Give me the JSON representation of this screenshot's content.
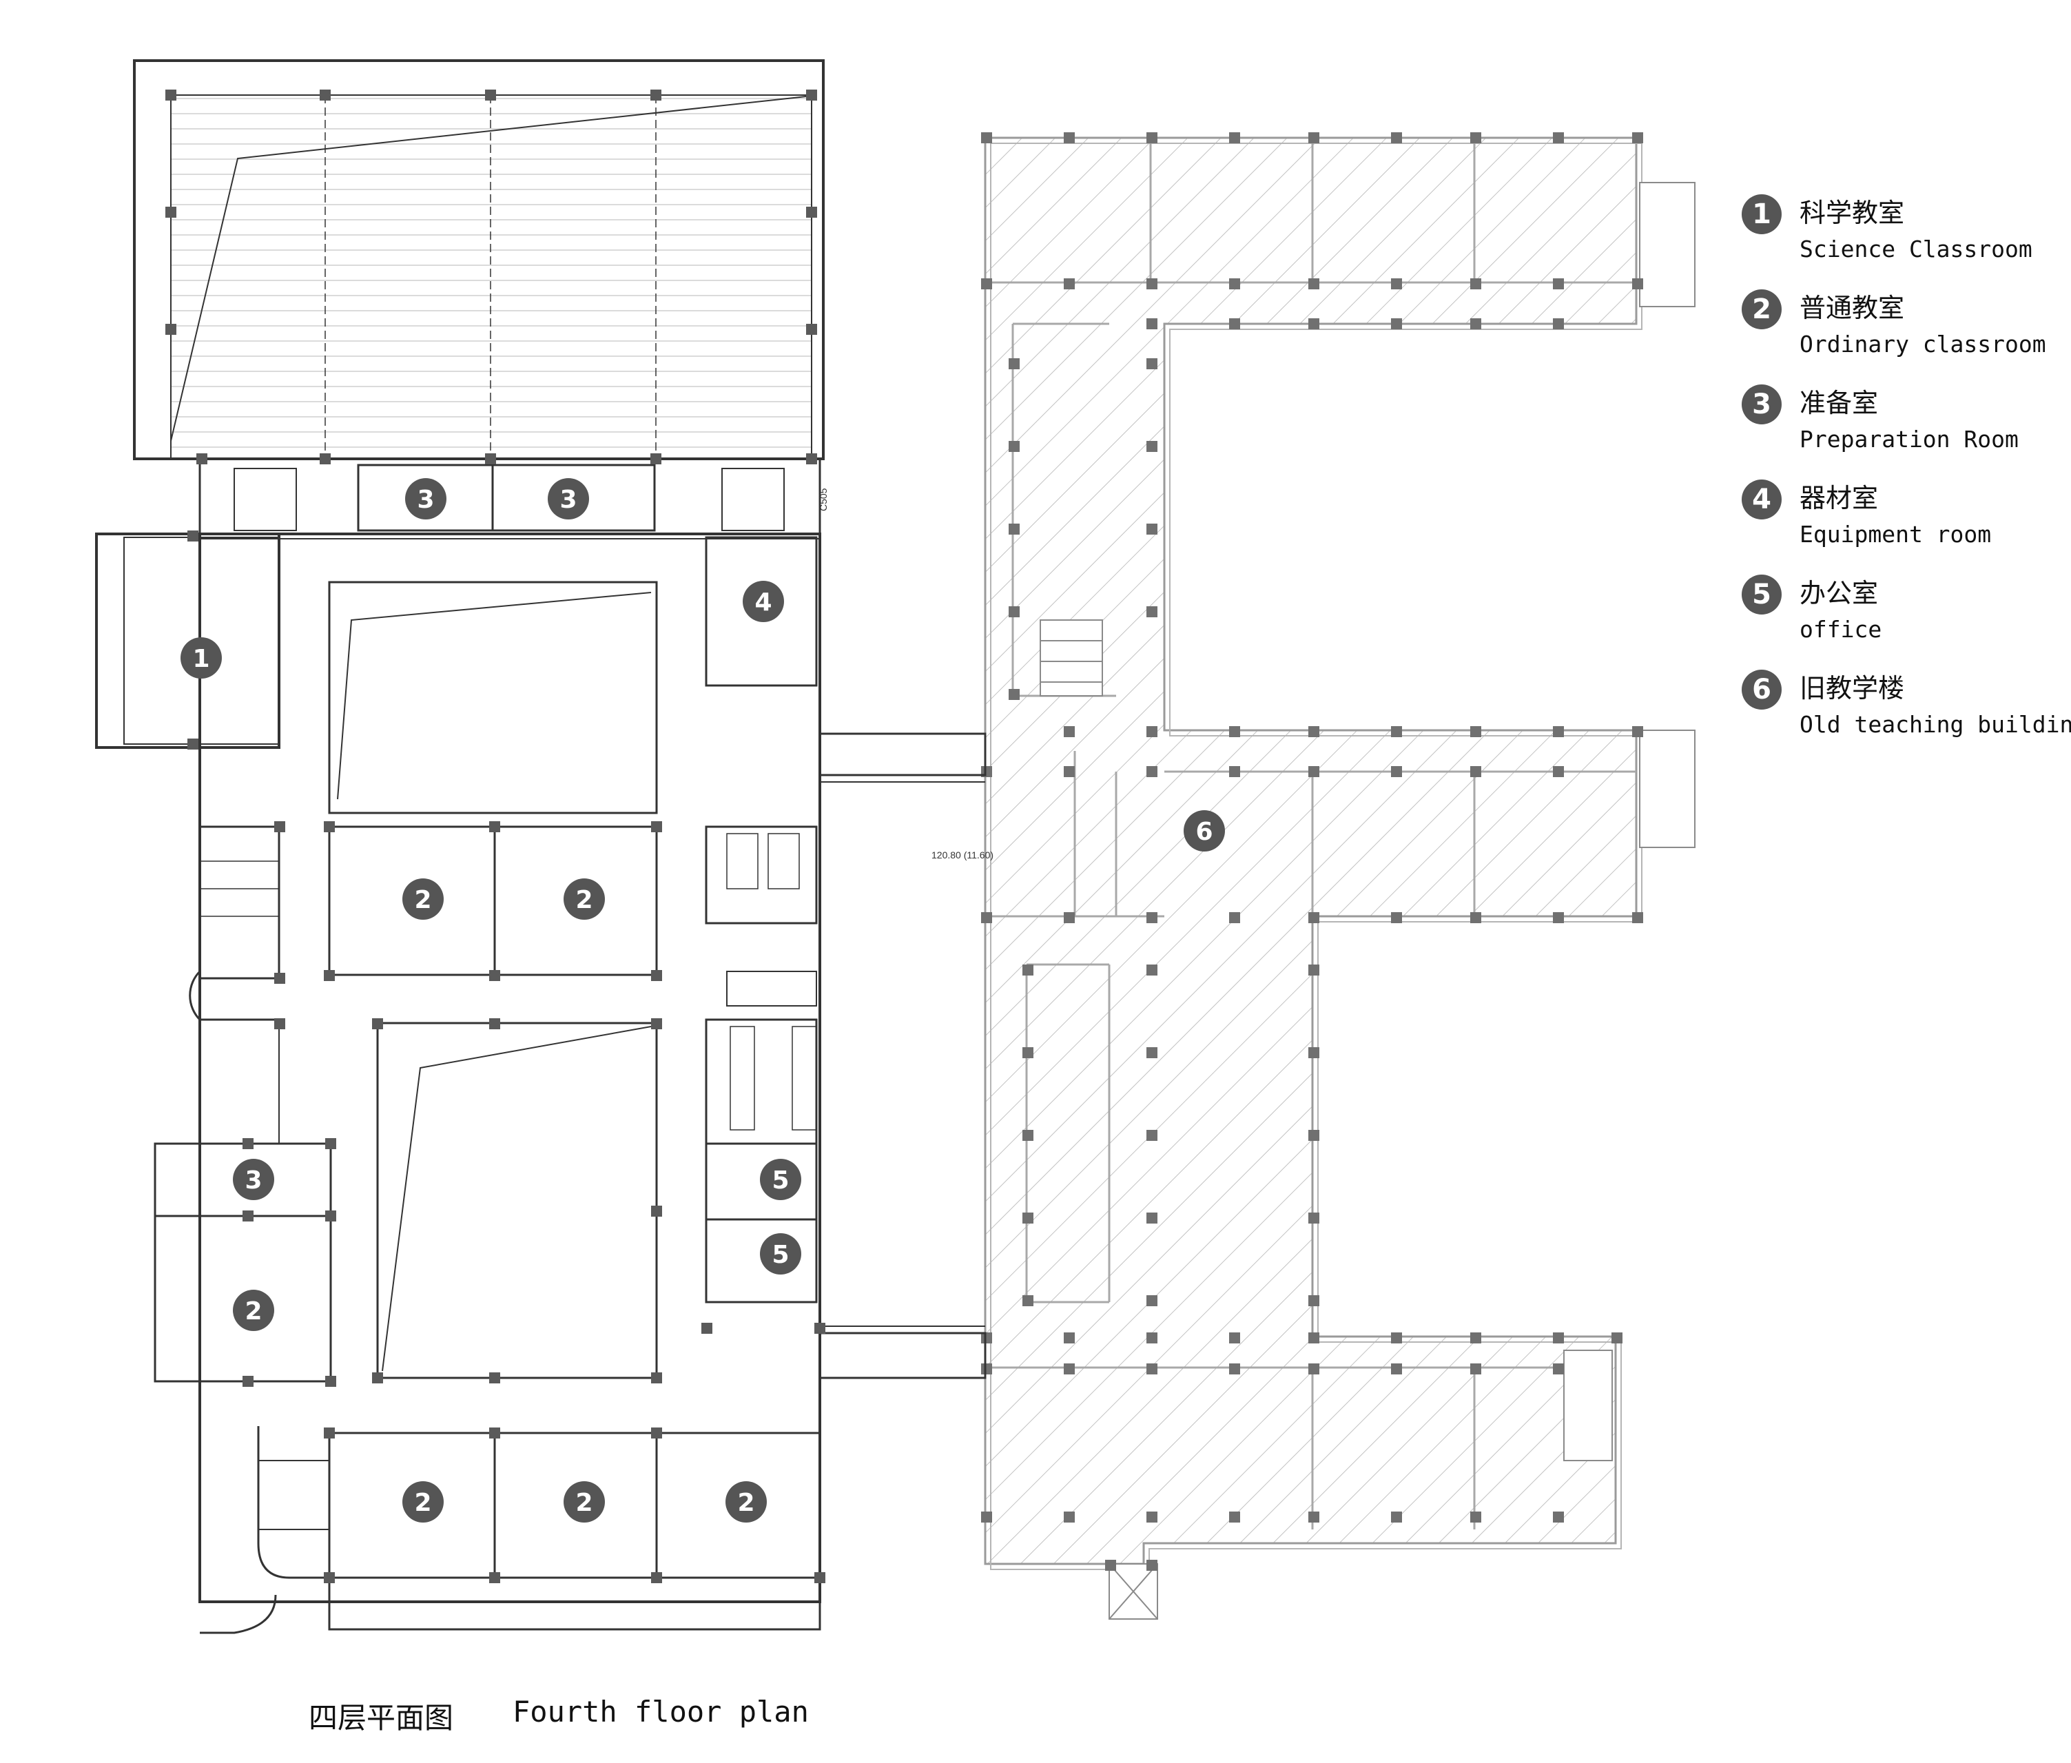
{
  "legend": {
    "items": [
      {
        "number": "1",
        "zh": "科学教室",
        "en": "Science Classroom"
      },
      {
        "number": "2",
        "zh": "普通教室",
        "en": "Ordinary classroom"
      },
      {
        "number": "3",
        "zh": "准备室",
        "en": "Preparation Room"
      },
      {
        "number": "4",
        "zh": "器材室",
        "en": "Equipment room"
      },
      {
        "number": "5",
        "zh": "办公室",
        "en": "office"
      },
      {
        "number": "6",
        "zh": "旧教学楼",
        "en": "Old teaching building"
      }
    ]
  },
  "caption": {
    "zh": "四层平面图",
    "en": "Fourth floor plan"
  },
  "plan": {
    "elevation_tag": "120.80 (11.60)",
    "small_tag": "C505",
    "room_tags": [
      "1",
      "2",
      "2",
      "2",
      "2",
      "2",
      "2",
      "3",
      "3",
      "3",
      "4",
      "5",
      "5",
      "6"
    ]
  },
  "colors": {
    "badge": "#555555",
    "line": "#333333",
    "hatch": "#bdbdbd",
    "column": "#707070"
  }
}
